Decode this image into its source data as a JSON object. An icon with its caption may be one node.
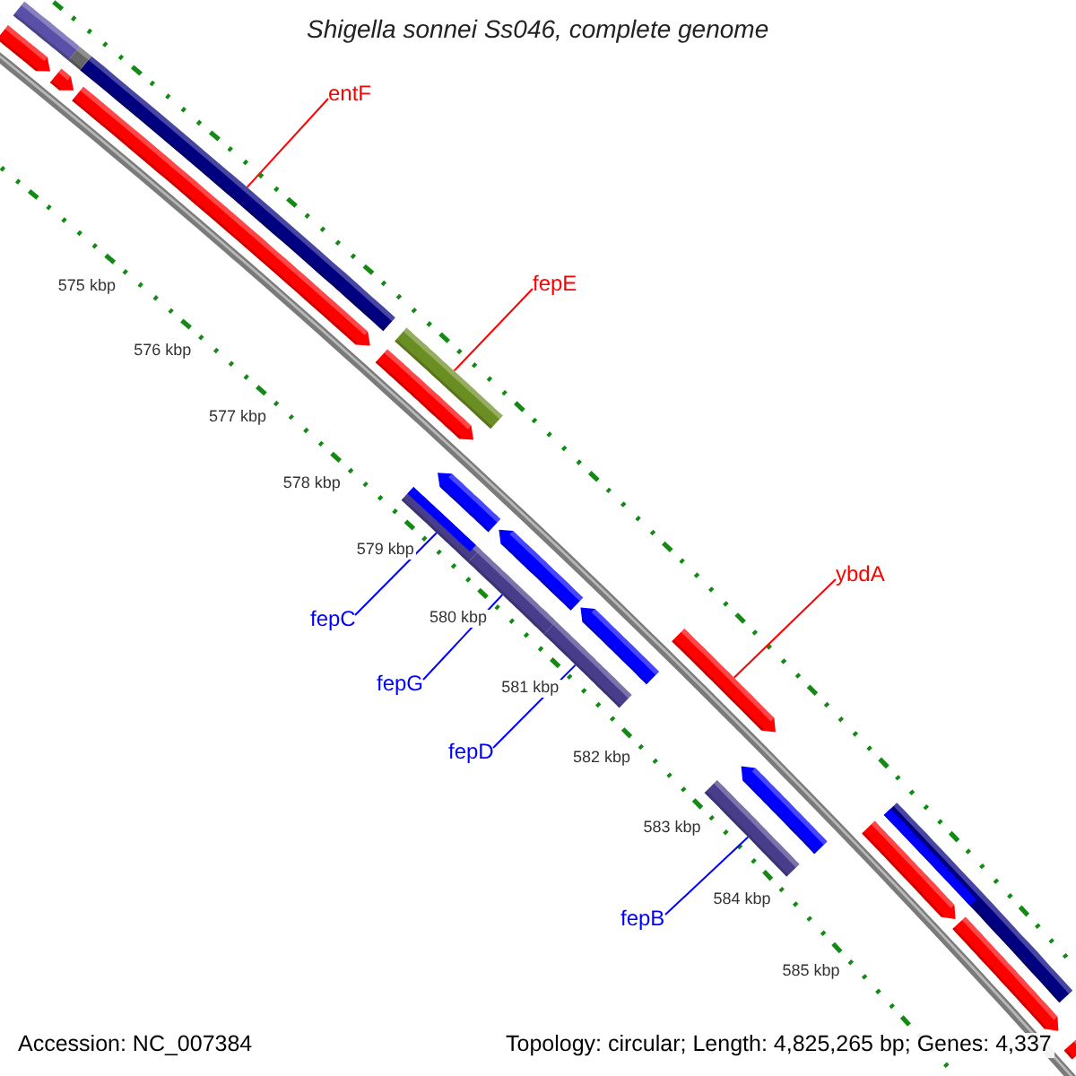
{
  "diagram": {
    "title": "Shigella sonnei Ss046, complete genome",
    "nodes": [
      {
        "text": [
          "entF"
        ]
      },
      {
        "text": [],
        "shape": "bar"
      },
      {
        "text": [
          "fepE"
        ]
      },
      {
        "text": [],
        "shape": "bar"
      },
      {
        "text": [
          "ybdA"
        ]
      },
      {
        "text": [],
        "shape": "bar"
      },
      {
        "text": [
          "fepC"
        ]
      },
      {
        "text": [],
        "shape": "bar"
      },
      {
        "text": [
          "fepG"
        ]
      },
      {
        "text": [],
        "shape": "bar"
      },
      {
        "text": [
          "fepD"
        ]
      },
      {
        "text": [],
        "shape": "bar"
      },
      {
        "text": [
          "fepB"
        ]
      },
      {
        "text": [],
        "shape": "bar"
      },
      {
        "text": [],
        "shape": "bar"
      },
      {
        "text": [],
        "shape": "bar"
      },
      {
        "text": [],
        "shape": "bar"
      },
      {
        "text": [],
        "shape": "bar"
      },
      {
        "text": [],
        "shape": "bar"
      },
      {
        "text": [],
        "shape": "bar"
      },
      {
        "text": [],
        "shape": "bar"
      },
      {
        "text": [],
        "shape": "bar"
      },
      {
        "text": [],
        "shape": "bar"
      },
      {
        "text": [],
        "shape": "bar"
      },
      {
        "text": [],
        "shape": "bar"
      },
      {
        "text": [],
        "shape": "bar"
      },
      {
        "text": [],
        "shape": "bar"
      },
      {
        "text": [],
        "shape": "bar"
      }
    ],
    "edges": [
      {
        "from": 0,
        "to": 1,
        "arrow": "none",
        "color": "#ff0000"
      },
      {
        "from": 2,
        "to": 3,
        "arrow": "none",
        "color": "#ff0000"
      },
      {
        "from": 4,
        "to": 5,
        "arrow": "none",
        "color": "#ff0000"
      },
      {
        "from": 6,
        "to": 7,
        "arrow": "none"
      },
      {
        "from": 8,
        "to": 9,
        "arrow": "none"
      },
      {
        "from": 10,
        "to": 11,
        "arrow": "none"
      },
      {
        "from": 12,
        "to": 13,
        "arrow": "none"
      }
    ],
    "labels": [
      "575 kbp",
      "576 kbp",
      "577 kbp",
      "578 kbp",
      "579 kbp",
      "580 kbp",
      "581 kbp",
      "582 kbp",
      "583 kbp",
      "584 kbp",
      "585 kbp",
      "Accession: NC_007384",
      "Topology: circular; Length: 4,825,265 bp; Genes: 4,337"
    ]
  }
}
